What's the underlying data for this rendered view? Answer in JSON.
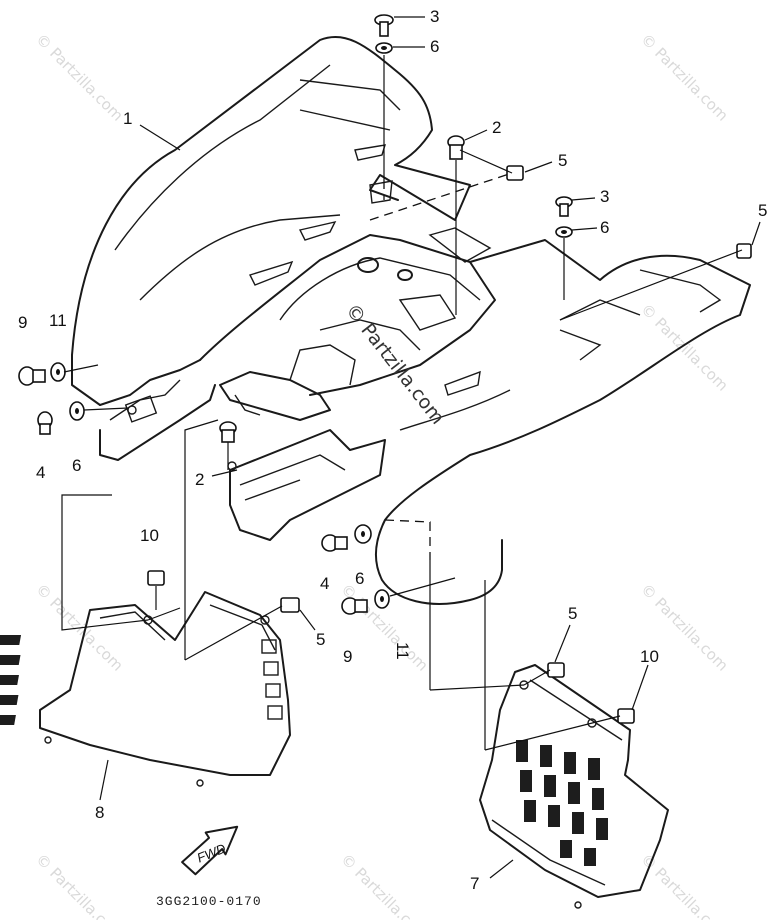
{
  "diagram_code": "3GG2100-0170",
  "fwd_label": "FWD",
  "watermark_text": "© Partzilla.com",
  "callouts": {
    "c1": "1",
    "c2a": "2",
    "c2b": "2",
    "c3a": "3",
    "c3b": "3",
    "c4a": "4",
    "c4b": "4",
    "c5a": "5",
    "c5b": "5",
    "c5c": "5",
    "c5d": "5",
    "c6a": "6",
    "c6b": "6",
    "c6c": "6",
    "c6d": "6",
    "c7": "7",
    "c8": "8",
    "c9a": "9",
    "c9b": "9",
    "c10a": "10",
    "c10b": "10",
    "c11a": "11",
    "c11b": "11"
  }
}
